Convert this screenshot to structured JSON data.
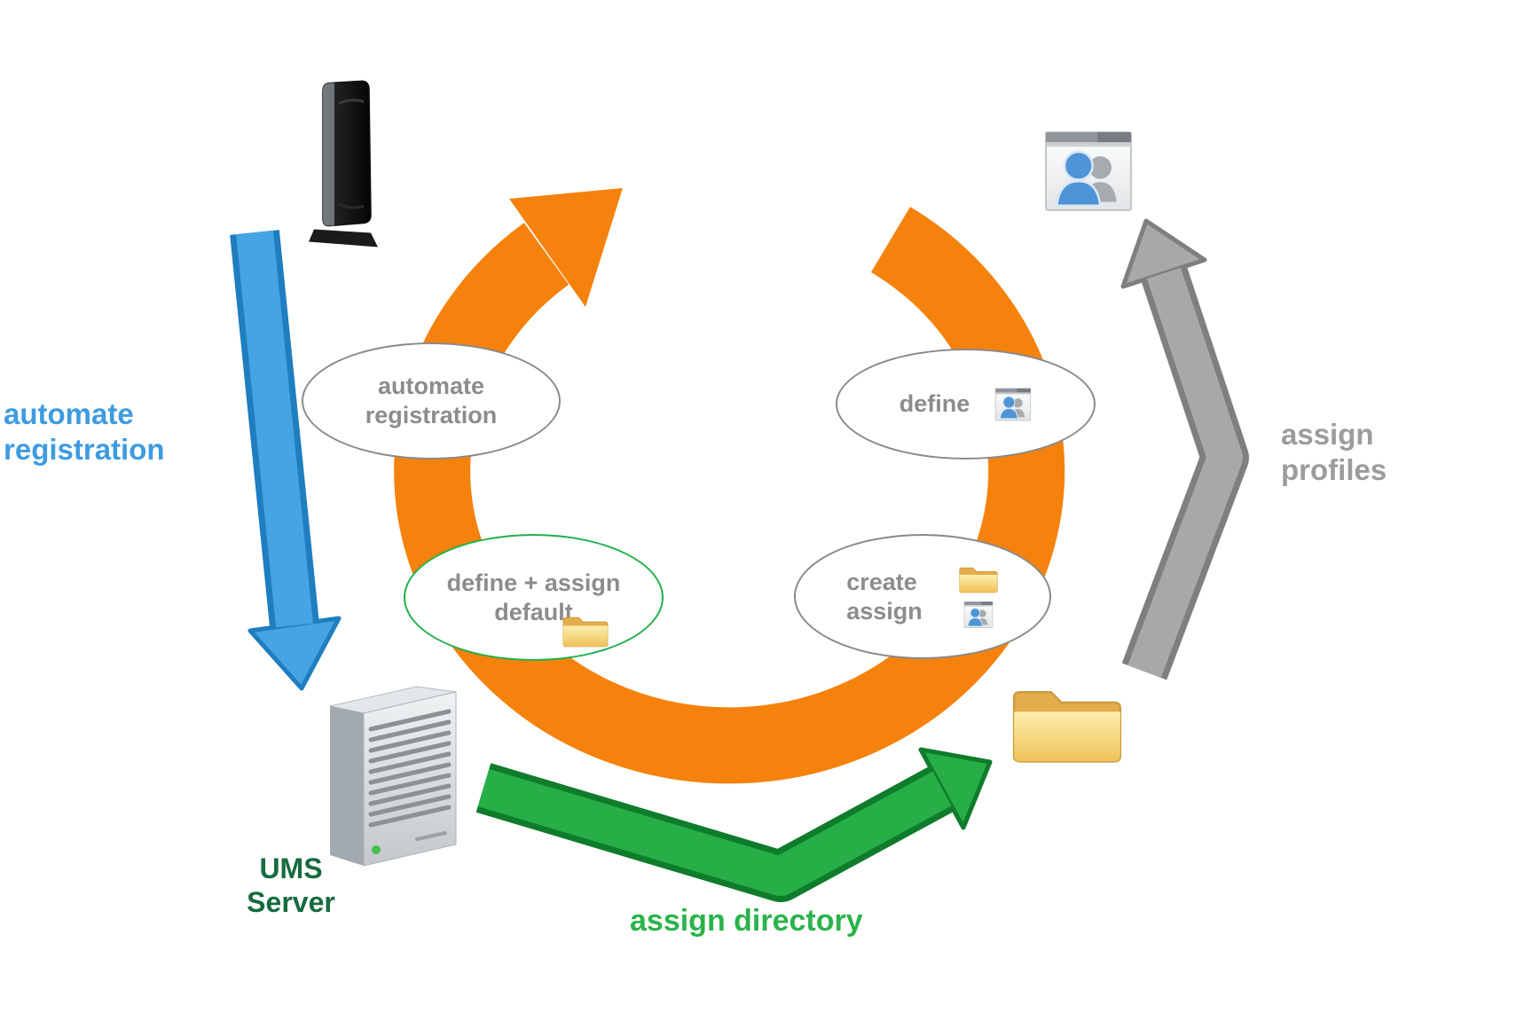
{
  "nodes": {
    "automate_registration": {
      "line1": "automate",
      "line2": "registration"
    },
    "define_assign_default": {
      "line1": "define + assign",
      "line2": "default",
      "icon": "folder-icon"
    },
    "define": {
      "label": "define",
      "icon": "user-profiles-icon"
    },
    "create_assign": {
      "line1": "create",
      "line2": "assign",
      "icons": [
        "folder-icon",
        "user-profiles-icon"
      ]
    }
  },
  "labels": {
    "automate_registration": {
      "line1": "automate",
      "line2": "registration"
    },
    "assign_profiles": {
      "line1": "assign",
      "line2": "profiles"
    },
    "assign_directory": "assign directory",
    "ums_server": {
      "line1": "UMS",
      "line2": "Server"
    }
  },
  "icons": {
    "thin_client": "thin-client-device-icon",
    "ums_server": "ums-server-icon",
    "user_profiles": "user-profiles-icon",
    "directory_folder": "folder-icon"
  },
  "colors": {
    "cycle_orange": "#F5820D",
    "arrow_blue_fill": "#47A4E3",
    "arrow_blue_border": "#1E7EC0",
    "arrow_green_fill": "#27AE47",
    "arrow_green_border": "#0F7C2C",
    "arrow_gray_fill": "#A8A8A8",
    "arrow_gray_border": "#7F7F7F",
    "label_blue": "#3E9BE0",
    "label_gray": "#9C9C9C",
    "label_green": "#2BB34B",
    "label_dark_green": "#166B3F",
    "node_text_gray": "#8C8C8C",
    "node_border_gray": "#8A8A8A",
    "node_border_green": "#22B14C",
    "folder_yellow": "#EFC25A"
  }
}
